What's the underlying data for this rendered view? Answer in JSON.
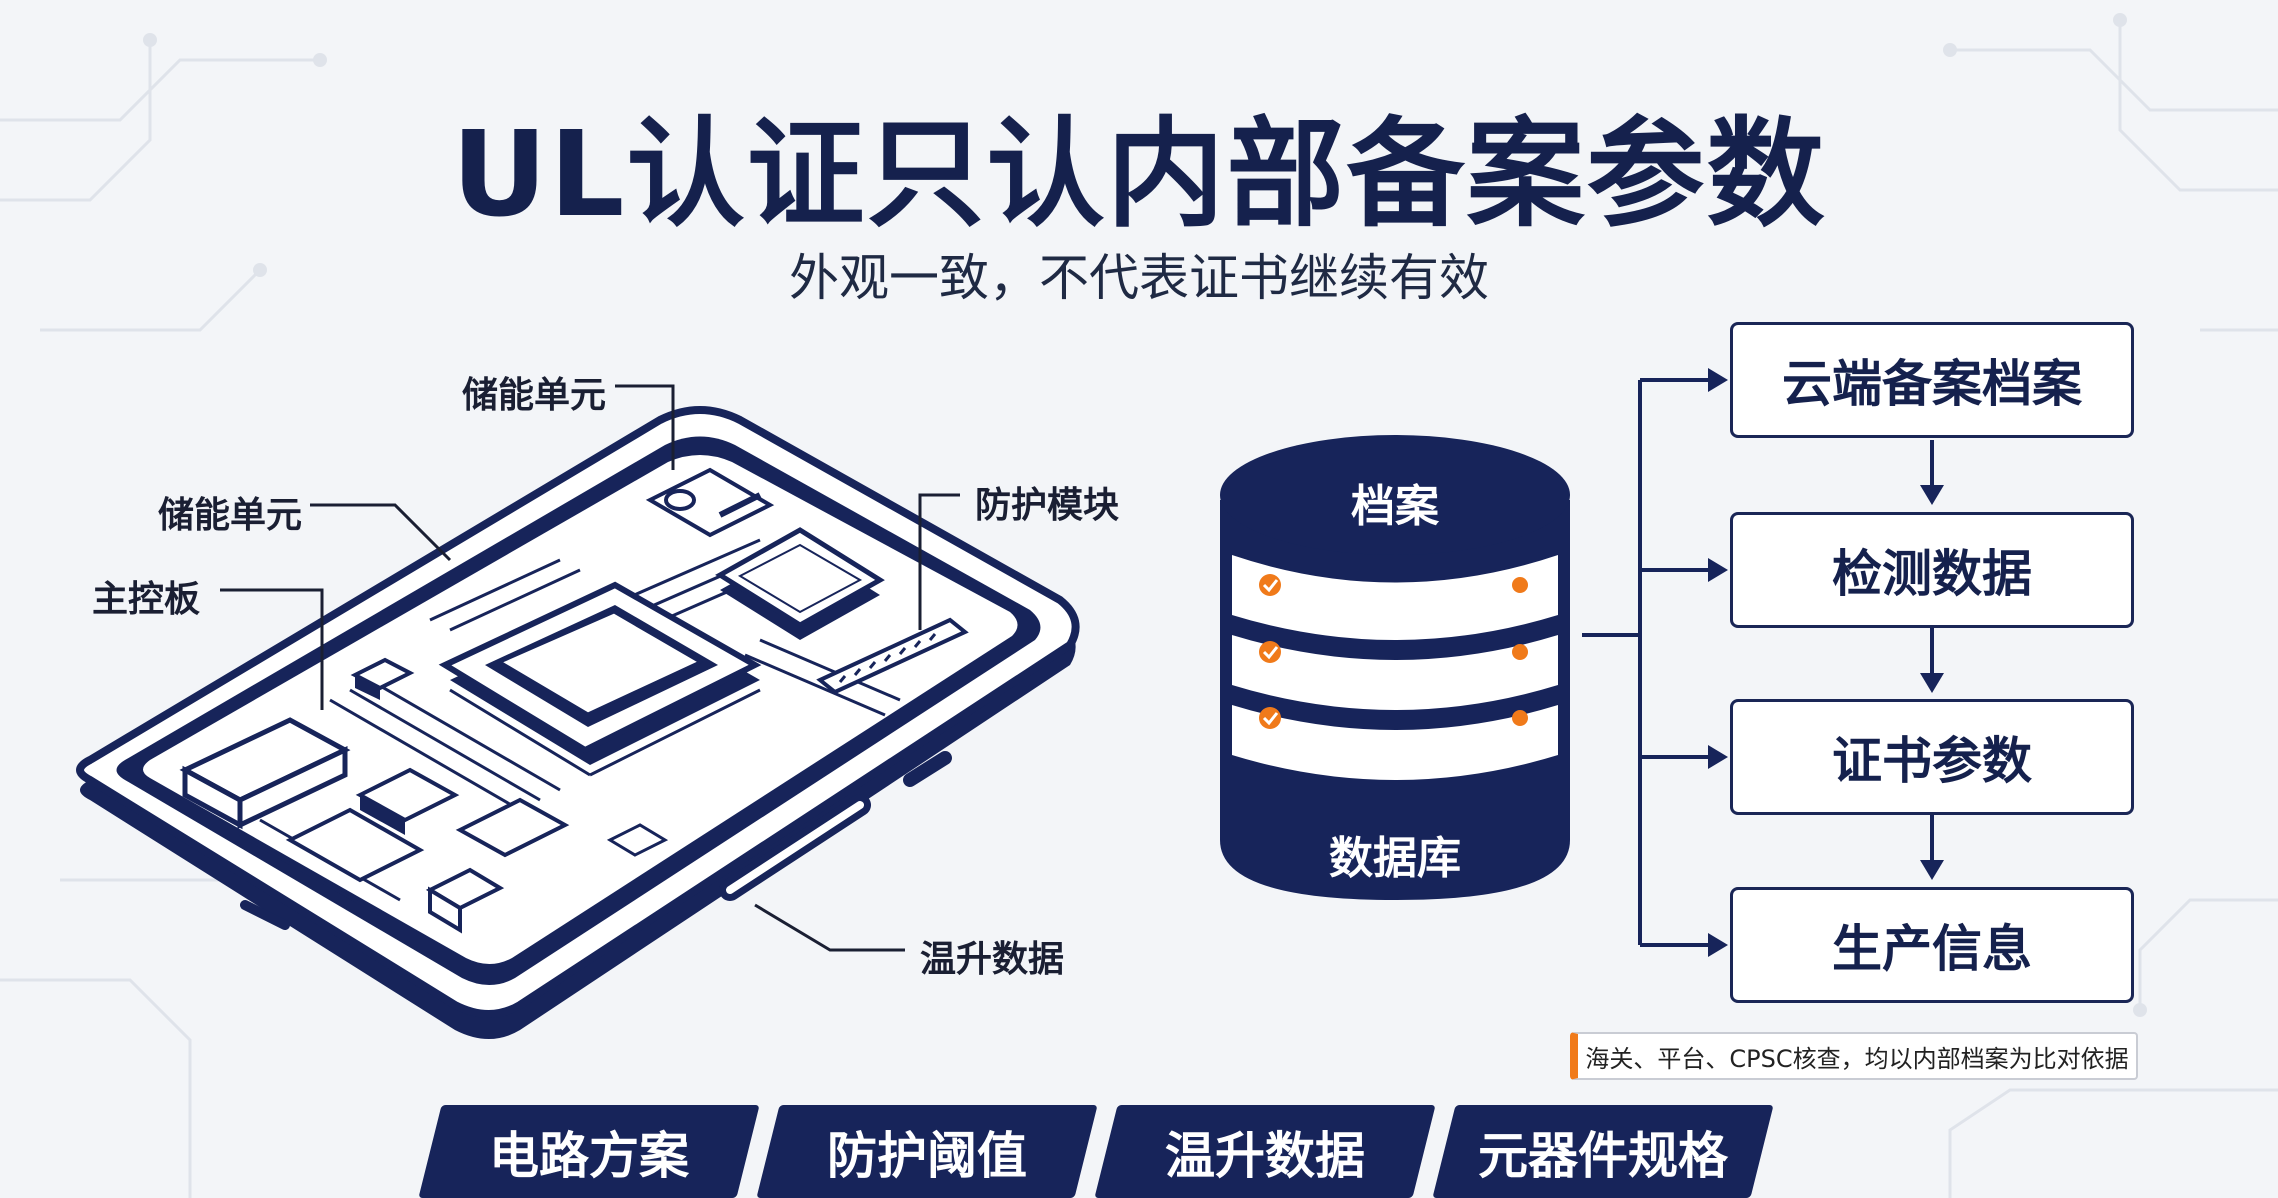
{
  "title": "UL认证只认内部备案参数",
  "subtitle": "外观一致，不代表证书继续有效",
  "device": {
    "callouts": {
      "storage_top": "储能单元",
      "storage_left": "储能单元",
      "main_board": "主控板",
      "protection": "防护模块",
      "temperature": "温升数据"
    }
  },
  "database": {
    "top_label": "档案",
    "bottom_label": "数据库"
  },
  "flow": {
    "steps": [
      "云端备案档案",
      "检测数据",
      "证书参数",
      "生产信息"
    ]
  },
  "note": "海关、平台、CPSC核查，均以内部档案为比对依据",
  "banners": [
    "电路方案",
    "防护阈值",
    "温升数据",
    "元器件规格"
  ],
  "colors": {
    "navy": "#17245a",
    "accent": "#f07a1a",
    "background": "#f3f5f8"
  }
}
